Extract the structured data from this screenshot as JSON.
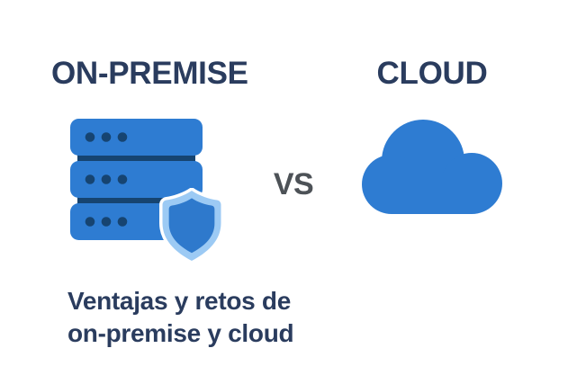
{
  "comparison": {
    "left": {
      "title": "ON-PREMISE"
    },
    "right": {
      "title": "CLOUD"
    },
    "vs_label": "VS"
  },
  "caption": {
    "line1": "Ventajas y retos de",
    "line2": "on-premise y cloud"
  },
  "icons": {
    "left": "server-stack-icon",
    "left_badge": "shield-icon",
    "right": "cloud-icon"
  },
  "colors": {
    "background": "#FFFFFF",
    "heading_navy": "#2A3C5E",
    "vs_gray": "#4D5257",
    "icon_blue": "#2E7CD2",
    "server_detail_navy": "#164471",
    "shield_border_light_blue": "#9CCAF4",
    "shield_fill_blue": "#2E79CC",
    "shield_halo_white": "#FFFFFF"
  }
}
